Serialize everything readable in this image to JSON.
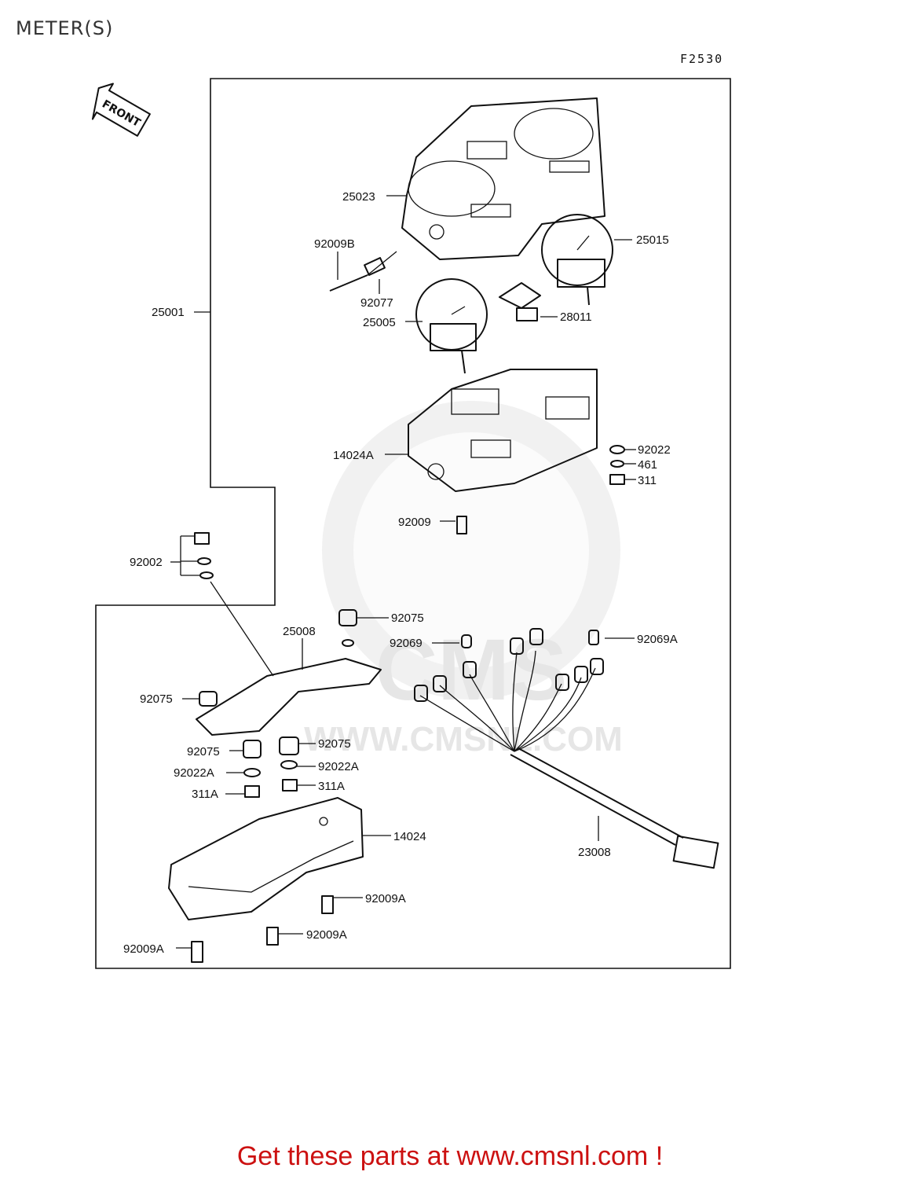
{
  "page": {
    "title": "METER(S)",
    "figure_code": "F2530",
    "front_label": "FRONT",
    "footer_text": "Get these parts at www.cmsnl.com !",
    "watermark_text": "WWW.CMSNL.COM",
    "watermark_logo": "CMS"
  },
  "colors": {
    "footer": "#cc1111",
    "line": "#111111",
    "watermark": "#e6e6e6"
  },
  "callouts": [
    {
      "id": "25023",
      "text": "25023"
    },
    {
      "id": "92009B",
      "text": "92009B"
    },
    {
      "id": "25015",
      "text": "25015"
    },
    {
      "id": "92077",
      "text": "92077"
    },
    {
      "id": "25001",
      "text": "25001"
    },
    {
      "id": "25005",
      "text": "25005"
    },
    {
      "id": "28011",
      "text": "28011"
    },
    {
      "id": "14024A",
      "text": "14024A"
    },
    {
      "id": "92022",
      "text": "92022"
    },
    {
      "id": "461",
      "text": "461"
    },
    {
      "id": "311",
      "text": "311"
    },
    {
      "id": "92009",
      "text": "92009"
    },
    {
      "id": "92002",
      "text": "92002"
    },
    {
      "id": "92075-a",
      "text": "92075"
    },
    {
      "id": "25008",
      "text": "25008"
    },
    {
      "id": "92069",
      "text": "92069"
    },
    {
      "id": "92069A",
      "text": "92069A"
    },
    {
      "id": "92075-b",
      "text": "92075"
    },
    {
      "id": "92075-c",
      "text": "92075"
    },
    {
      "id": "92075-d",
      "text": "92075"
    },
    {
      "id": "92022A-a",
      "text": "92022A"
    },
    {
      "id": "92022A-b",
      "text": "92022A"
    },
    {
      "id": "311A-a",
      "text": "311A"
    },
    {
      "id": "311A-b",
      "text": "311A"
    },
    {
      "id": "14024",
      "text": "14024"
    },
    {
      "id": "23008",
      "text": "23008"
    },
    {
      "id": "92009A-a",
      "text": "92009A"
    },
    {
      "id": "92009A-b",
      "text": "92009A"
    },
    {
      "id": "92009A-c",
      "text": "92009A"
    }
  ]
}
